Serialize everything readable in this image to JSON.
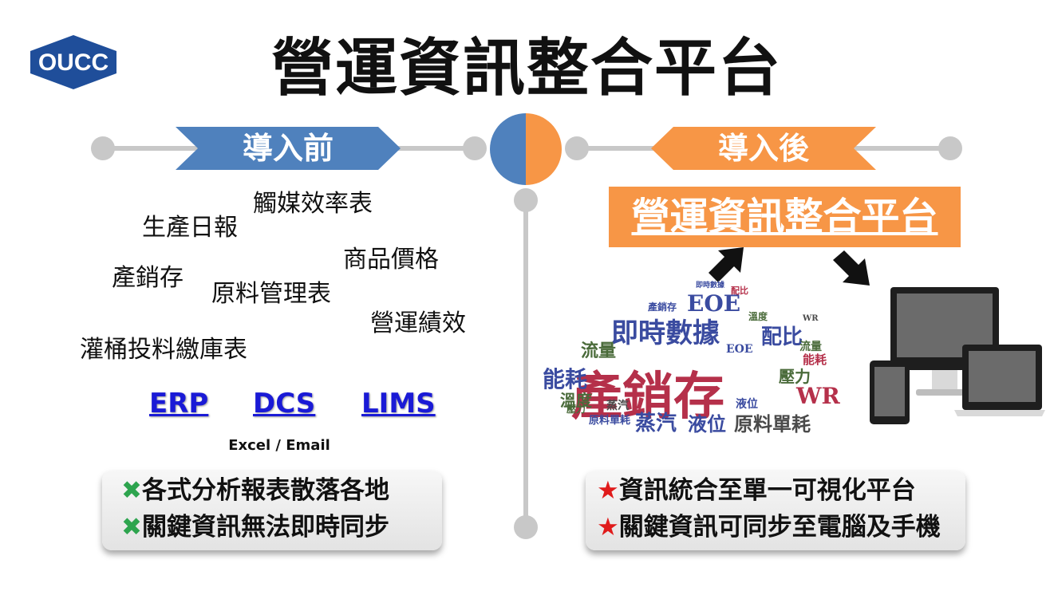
{
  "logo": {
    "text": "OUCC"
  },
  "title": "營運資訊整合平台",
  "before": {
    "banner": "導入前",
    "words": [
      "觸媒效率表",
      "生產日報",
      "商品價格",
      "產銷存",
      "原料管理表",
      "營運績效",
      "灌桶投料繳庫表"
    ],
    "systems": [
      "ERP",
      "DCS",
      "LIMS"
    ],
    "sub_label": "Excel / Email",
    "issues": [
      "各式分析報表散落各地",
      "關鍵資訊無法即時同步"
    ]
  },
  "after": {
    "banner": "導入後",
    "platform": "營運資訊整合平台",
    "benefits": [
      "資訊統合至單一可視化平台",
      "關鍵資訊可同步至電腦及手機"
    ]
  },
  "wordcloud": {
    "main": [
      "產銷存",
      "即時數據",
      "EOE",
      "配比",
      "能耗",
      "蒸汽",
      "液位",
      "原料單耗",
      "WR",
      "流量",
      "溫度",
      "壓力"
    ],
    "small": [
      "配比",
      "即時數據",
      "產銷存",
      "溫度",
      "WR",
      "EOE",
      "流量",
      "能耗",
      "液位",
      "壓力",
      "蒸汽",
      "原料單耗"
    ]
  },
  "colors": {
    "blue": "#4f81bd",
    "orange": "#f79646",
    "gray": "#c8c8c8",
    "wordcloud_red": "#b5304a",
    "wordcloud_blue": "#3a4ba0",
    "wordcloud_green": "#4a6b3a"
  },
  "icons": [
    "check-cross-icon",
    "star-icon",
    "arrow-up-icon",
    "arrow-down-icon",
    "devices-icon"
  ]
}
